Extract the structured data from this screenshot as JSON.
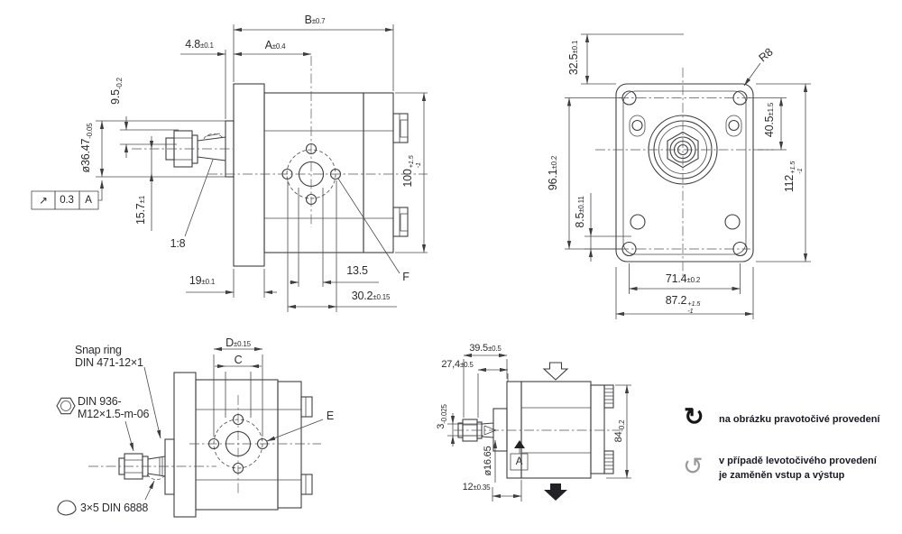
{
  "views": {
    "side_top": {
      "dim_B": {
        "v": "B",
        "tol": "±0.7"
      },
      "dim_A": {
        "v": "A",
        "tol": "±0.4"
      },
      "dim_4_8": {
        "v": "4.8",
        "tol": "±0.1"
      },
      "dim_9_5": {
        "v": "9.5",
        "tol": "-0.2"
      },
      "dim_dia_36_47": {
        "v": "ø36.47",
        "tol": "-0.05"
      },
      "dim_15_7": {
        "v": "15.7",
        "tol": "±1"
      },
      "taper": "1:8",
      "dim_19": {
        "v": "19",
        "tol": "±0.1"
      },
      "dim_13_5": "13.5",
      "dim_30_2": {
        "v": "30.2",
        "tol": "±0.15"
      },
      "dim_100": {
        "v": "100",
        "tol_plus": "+1.5",
        "tol_minus": "-1"
      },
      "port_label": "F",
      "runout": {
        "symbol": "↗",
        "value": "0.3",
        "datum": "A"
      }
    },
    "front": {
      "dim_32_5": {
        "v": "32.5",
        "tol": "±0.1"
      },
      "radius": "R8",
      "dim_40_5": {
        "v": "40.5",
        "tol": "±1.5"
      },
      "dim_96_1": {
        "v": "96.1",
        "tol": "±0.2"
      },
      "dim_8_5": {
        "v": "8.5",
        "tol": "±0.11"
      },
      "dim_112": {
        "v": "112",
        "tol_plus": "+1.5",
        "tol_minus": "-1"
      },
      "dim_71_4": {
        "v": "71.4",
        "tol": "±0.2"
      },
      "dim_87_2": {
        "v": "87.2",
        "tol_plus": "+1.5",
        "tol_minus": "-1"
      }
    },
    "side_bottom": {
      "snap_ring_line1": "Snap ring",
      "snap_ring_line2": "DIN 471-12×1",
      "nut_line1": "DIN 936-",
      "nut_line2": "M12×1.5-m-06",
      "key_note": "3×5 DIN 6888",
      "dim_D": {
        "v": "D",
        "tol": "±0.15"
      },
      "dim_C": "C",
      "port_label": "E"
    },
    "side_small": {
      "dim_39_5": {
        "v": "39.5",
        "tol": "±0.5"
      },
      "dim_27_4": {
        "v": "27,4",
        "tol": "±0.5"
      },
      "dim_3": {
        "v": "3",
        "tol": "-0.025"
      },
      "dim_dia_16_65": "ø16.65",
      "dim_12": {
        "v": "12",
        "tol": "±0.35"
      },
      "dim_84": {
        "v": "84",
        "tol": "-0.2"
      },
      "datum": "A"
    },
    "notes": {
      "cw_icon": "↻",
      "cw_text": "na obrázku pravotočivé provedení",
      "ccw_icon": "↺",
      "ccw_text_line1": "v případě levotočivého provedení",
      "ccw_text_line2": "je zaměněn vstup a výstup"
    }
  }
}
